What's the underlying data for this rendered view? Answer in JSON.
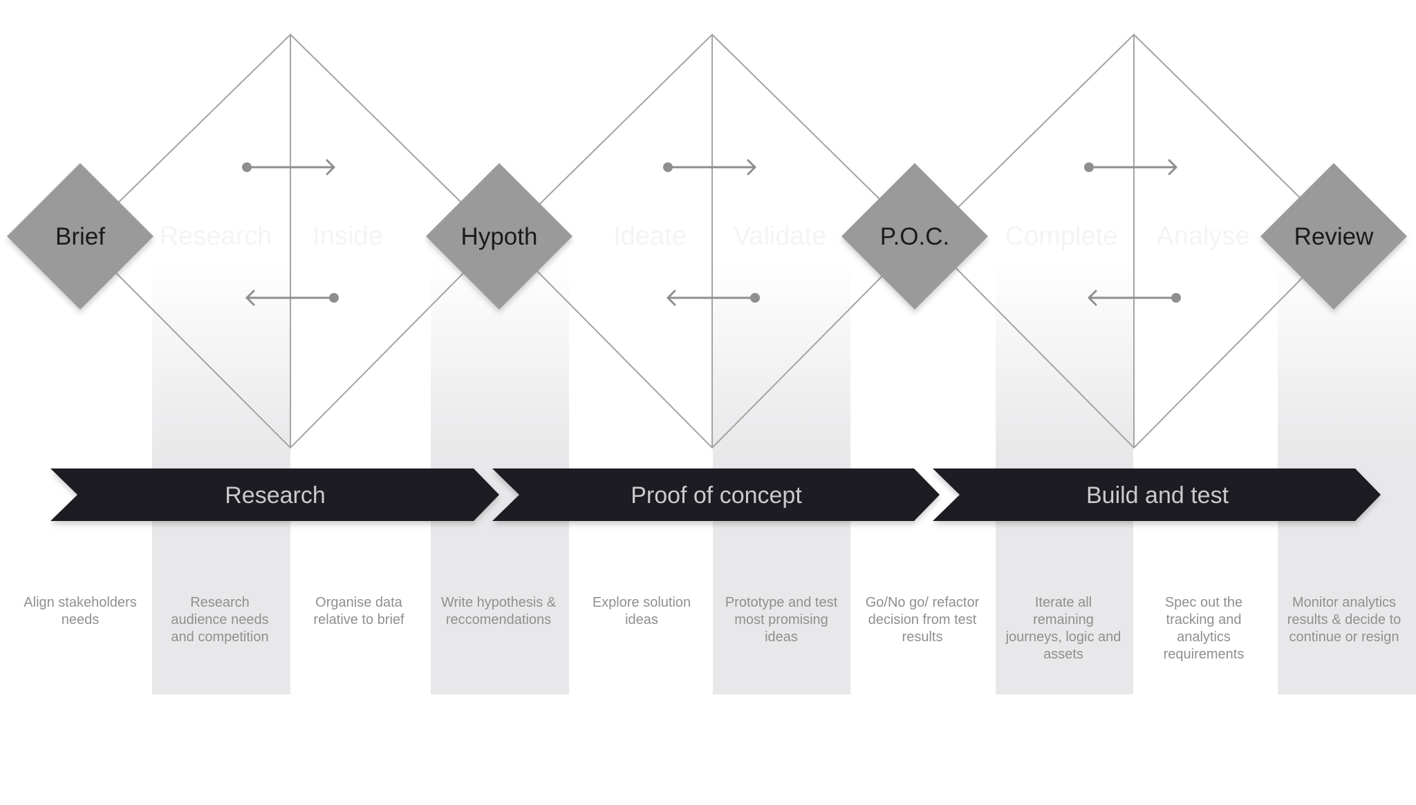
{
  "milestones": [
    {
      "id": "brief",
      "label": "Brief"
    },
    {
      "id": "hypoth",
      "label": "Hypoth"
    },
    {
      "id": "poc",
      "label": "P.O.C."
    },
    {
      "id": "review",
      "label": "Review"
    }
  ],
  "phases": [
    {
      "id": "research",
      "label": "Research"
    },
    {
      "id": "proof-of-concept",
      "label": "Proof of concept"
    },
    {
      "id": "build-and-test",
      "label": "Build and test"
    }
  ],
  "faint_labels": [
    {
      "id": "research",
      "text": "Research"
    },
    {
      "id": "inside",
      "text": "Inside"
    },
    {
      "id": "ideate",
      "text": "Ideate"
    },
    {
      "id": "validate",
      "text": "Validate"
    },
    {
      "id": "complete",
      "text": "Complete"
    },
    {
      "id": "analyse",
      "text": "Analyse"
    }
  ],
  "steps": [
    {
      "id": "align",
      "text": "Align stakeholders needs"
    },
    {
      "id": "research-audience",
      "text": "Research audience needs and competition"
    },
    {
      "id": "organise",
      "text": "Organise data relative to brief"
    },
    {
      "id": "hypothesis",
      "text": "Write hypothesis & reccomendations"
    },
    {
      "id": "explore",
      "text": "Explore solution ideas"
    },
    {
      "id": "prototype",
      "text": "Prototype and test most promising ideas"
    },
    {
      "id": "go-no-go",
      "text": "Go/No go/ refactor decision from test results"
    },
    {
      "id": "iterate",
      "text": "Iterate all remaining journeys, logic and assets"
    },
    {
      "id": "spec",
      "text": "Spec out the tracking and analytics requirements"
    },
    {
      "id": "monitor",
      "text": "Monitor analytics results & decide to continue or resign"
    }
  ],
  "colors": {
    "milestone_fill": "#9a9a9b",
    "milestone_text": "#1a1a1a",
    "chevron_fill": "#1a1d20",
    "chevron_text": "#c9cbcd",
    "column_shade": "#e8e8ea",
    "line": "#a3a3a3",
    "step_text": "#8f8f8f"
  }
}
